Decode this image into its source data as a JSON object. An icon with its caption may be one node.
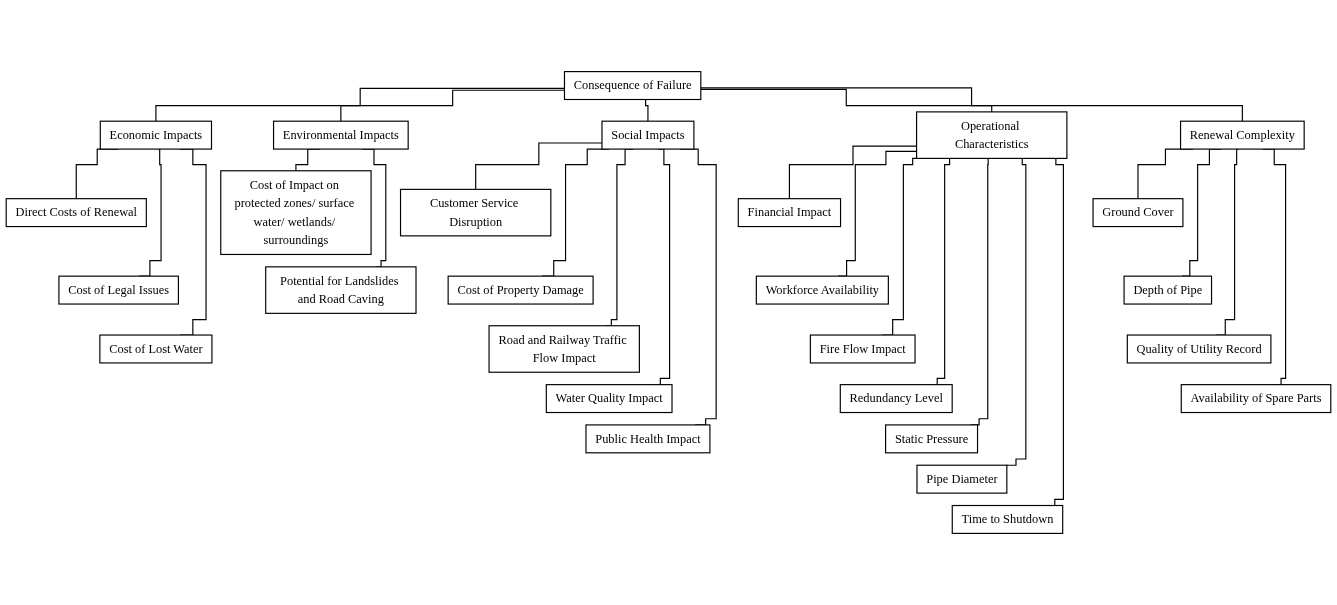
{
  "diagram": {
    "nodes": [
      {
        "text": [
          "Consequence of Failure"
        ]
      },
      {
        "text": [
          "Economic Impacts"
        ]
      },
      {
        "text": [
          "Direct Costs of Renewal"
        ]
      },
      {
        "text": [
          "Cost of Legal Issues"
        ]
      },
      {
        "text": [
          "Cost of Lost Water"
        ]
      },
      {
        "text": [
          "Environmental Impacts"
        ]
      },
      {
        "text": [
          "Cost of Impact on protected zones/ surface water/ wetlands/ surroundings"
        ]
      },
      {
        "text": [
          "Potential for Landslides and Road Caving"
        ]
      },
      {
        "text": [
          "Social Impacts"
        ]
      },
      {
        "text": [
          "Customer Service Disruption"
        ]
      },
      {
        "text": [
          "Cost of Property Damage"
        ]
      },
      {
        "text": [
          "Road and Railway Traffic Flow Impact"
        ]
      },
      {
        "text": [
          "Water Quality Impact"
        ]
      },
      {
        "text": [
          "Public Health Impact"
        ]
      },
      {
        "text": [
          "Operational Characteristics"
        ]
      },
      {
        "text": [
          "Financial Impact"
        ]
      },
      {
        "text": [
          "Workforce Availability"
        ]
      },
      {
        "text": [
          "Fire Flow Impact"
        ]
      },
      {
        "text": [
          "Redundancy Level"
        ]
      },
      {
        "text": [
          "Static Pressure"
        ]
      },
      {
        "text": [
          "Pipe Diameter"
        ]
      },
      {
        "text": [
          "Time to Shutdown"
        ]
      },
      {
        "text": [
          "Renewal Complexity"
        ]
      },
      {
        "text": [
          "Ground Cover"
        ]
      },
      {
        "text": [
          "Depth of Pipe"
        ]
      },
      {
        "text": [
          "Quality of Utility Record"
        ]
      },
      {
        "text": [
          "Availability of Spare Parts"
        ]
      }
    ],
    "edges": [
      {
        "from": 0,
        "to": 1,
        "arrow": "none"
      },
      {
        "from": 0,
        "to": 5,
        "arrow": "none"
      },
      {
        "from": 0,
        "to": 8,
        "arrow": "none"
      },
      {
        "from": 0,
        "to": 14,
        "arrow": "none"
      },
      {
        "from": 0,
        "to": 22,
        "arrow": "none"
      },
      {
        "from": 1,
        "to": 2,
        "arrow": "none"
      },
      {
        "from": 1,
        "to": 3,
        "arrow": "none"
      },
      {
        "from": 1,
        "to": 4,
        "arrow": "none"
      },
      {
        "from": 5,
        "to": 6,
        "arrow": "none"
      },
      {
        "from": 5,
        "to": 7,
        "arrow": "none"
      },
      {
        "from": 8,
        "to": 9,
        "arrow": "none"
      },
      {
        "from": 8,
        "to": 10,
        "arrow": "none"
      },
      {
        "from": 8,
        "to": 11,
        "arrow": "none"
      },
      {
        "from": 8,
        "to": 12,
        "arrow": "none"
      },
      {
        "from": 8,
        "to": 13,
        "arrow": "none"
      },
      {
        "from": 14,
        "to": 15,
        "arrow": "none"
      },
      {
        "from": 14,
        "to": 16,
        "arrow": "none"
      },
      {
        "from": 14,
        "to": 17,
        "arrow": "none"
      },
      {
        "from": 14,
        "to": 18,
        "arrow": "none"
      },
      {
        "from": 14,
        "to": 19,
        "arrow": "none"
      },
      {
        "from": 14,
        "to": 20,
        "arrow": "none"
      },
      {
        "from": 14,
        "to": 21,
        "arrow": "none"
      },
      {
        "from": 22,
        "to": 23,
        "arrow": "none"
      },
      {
        "from": 22,
        "to": 24,
        "arrow": "none"
      },
      {
        "from": 22,
        "to": 25,
        "arrow": "none"
      },
      {
        "from": 22,
        "to": 26,
        "arrow": "none"
      }
    ]
  }
}
